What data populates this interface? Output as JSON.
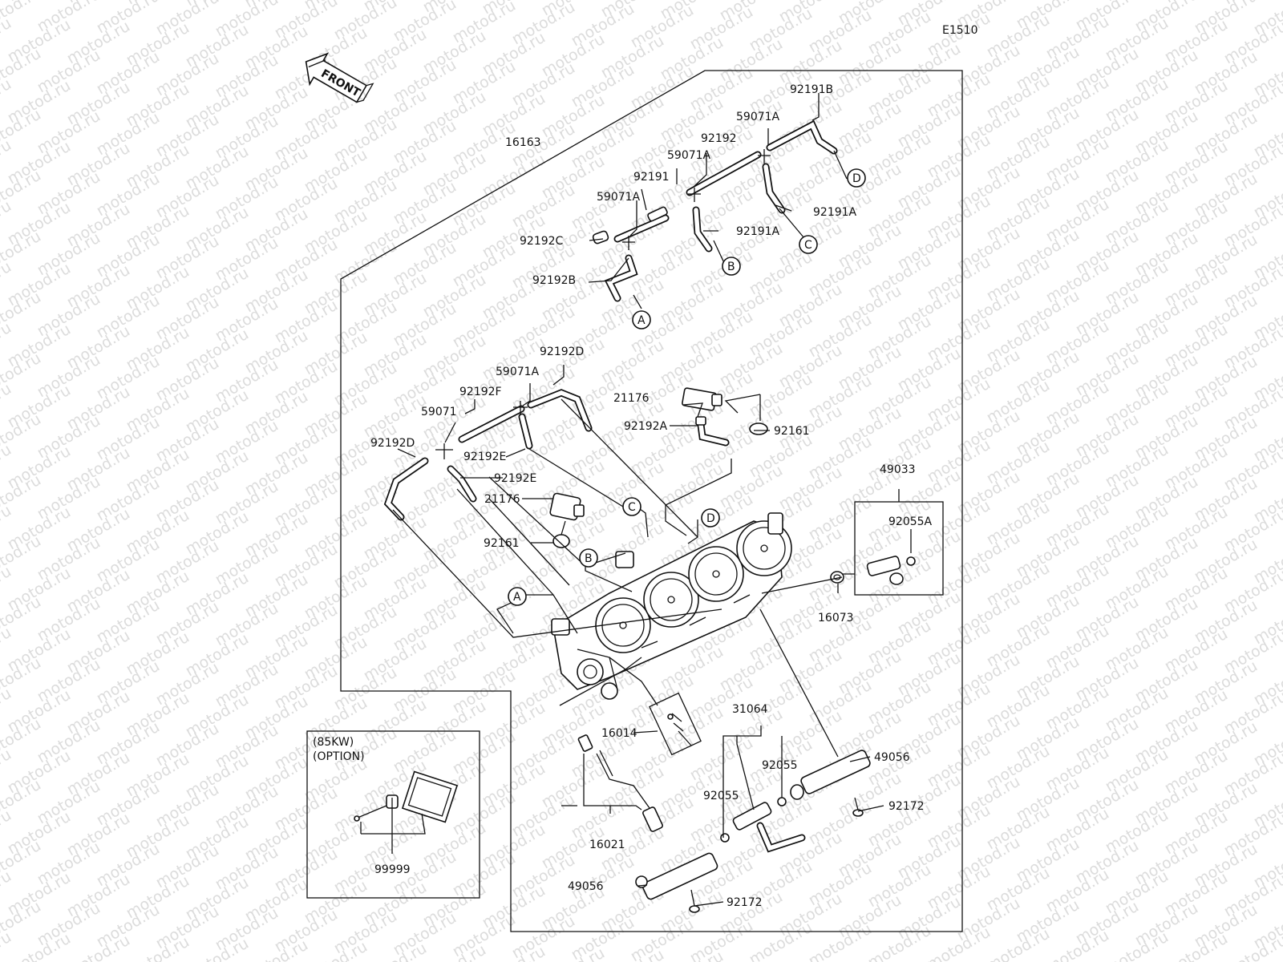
{
  "diagram": {
    "code": "E1510",
    "front_label": "FRONT",
    "watermark": "motod.ru",
    "option_lines": [
      "(85KW)",
      "(OPTION)"
    ],
    "callouts": [
      "A",
      "B",
      "C",
      "D"
    ],
    "part_numbers": {
      "p16163": "16163",
      "p92191B": "92191B",
      "p59071A_1": "59071A",
      "p92192": "92192",
      "p59071A_2": "59071A",
      "p92191": "92191",
      "p59071A_3": "59071A",
      "p92192C": "92192C",
      "p92192B": "92192B",
      "p92191A_1": "92191A",
      "p92191A_2": "92191A",
      "p92192D_1": "92192D",
      "p59071A_4": "59071A",
      "p92192F": "92192F",
      "p59071": "59071",
      "p92192D_2": "92192D",
      "p92192E_1": "92192E",
      "p92192E_2": "92192E",
      "p21176_1": "21176",
      "p92192A": "92192A",
      "p92161_1": "92161",
      "p21176_2": "21176",
      "p92161_2": "92161",
      "p49033": "49033",
      "p92055A": "92055A",
      "p16073": "16073",
      "p16014": "16014",
      "p31064": "31064",
      "p92055_1": "92055",
      "p92055_2": "92055",
      "p49056_1": "49056",
      "p92172_1": "92172",
      "p16021": "16021",
      "p49056_2": "49056",
      "p92172_2": "92172",
      "p99999": "99999"
    }
  }
}
